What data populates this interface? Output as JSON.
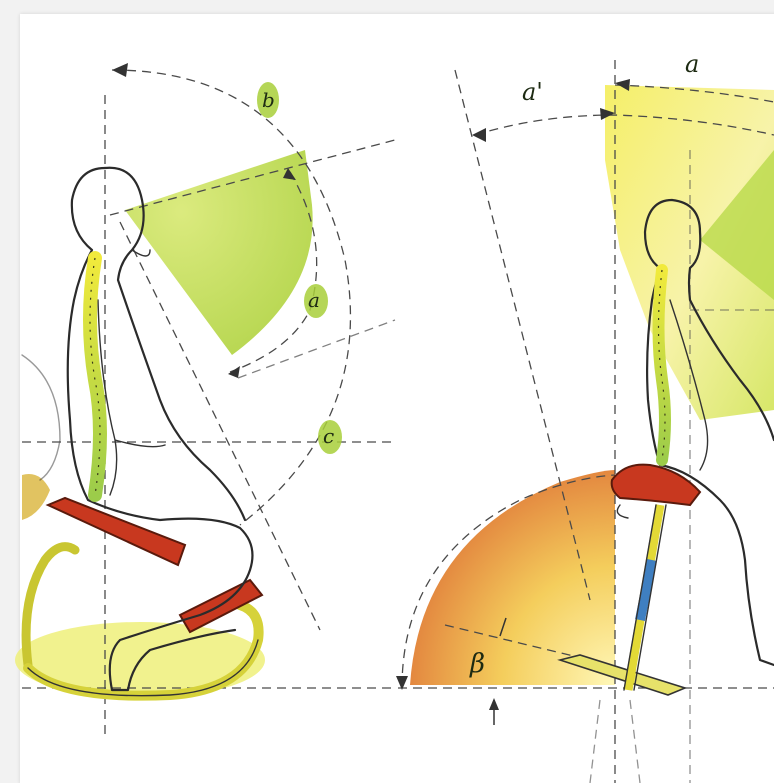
{
  "labels": {
    "left_b": "b",
    "left_a": "a",
    "left_c": "c",
    "right_a_prime": "a'",
    "right_a": "a",
    "beta": "β"
  },
  "colors": {
    "highlight_yellow": "#f2ef3a",
    "highlight_green": "#b9d94a",
    "seat_red": "#c8381f",
    "base_yellow": "#e9e24a",
    "spring_blue": "#3f7fc1",
    "ink": "#2b2b2b"
  },
  "icons": [
    "kneeling-chair-figure",
    "saddle-stool-figure",
    "spine-illustration"
  ]
}
